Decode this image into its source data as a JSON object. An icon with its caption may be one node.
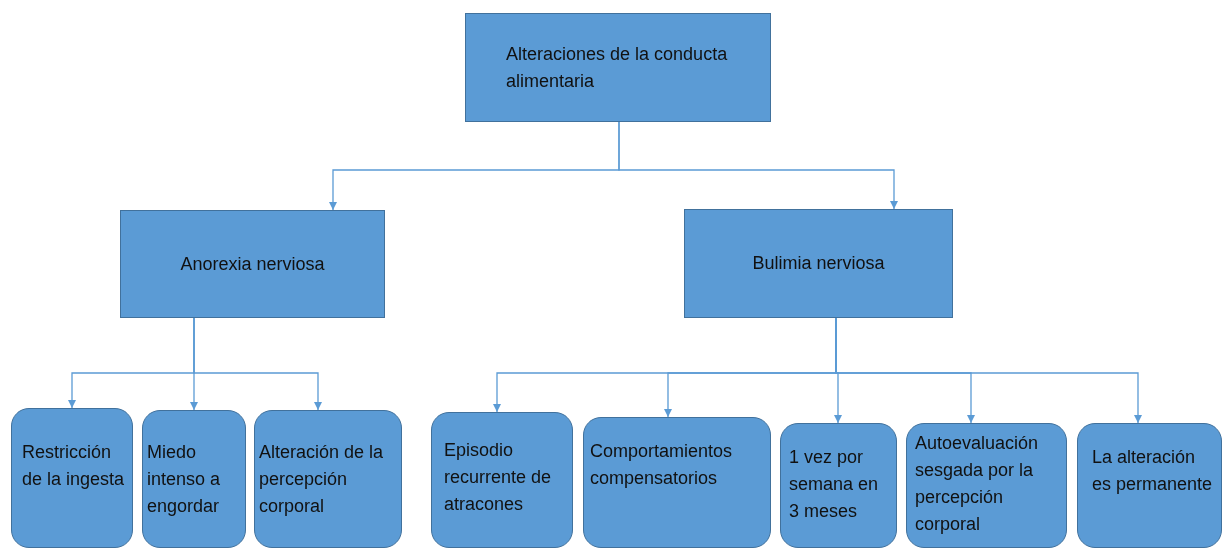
{
  "diagram": {
    "nodes": [
      {
        "text": [
          "Alteraciones de la conducta alimentaria"
        ]
      },
      {
        "text": [
          "Anorexia nerviosa"
        ]
      },
      {
        "text": [
          "Bulimia nerviosa"
        ]
      },
      {
        "text": [
          "Restricción de la ingesta"
        ]
      },
      {
        "text": [
          "Miedo intenso a engordar"
        ]
      },
      {
        "text": [
          "Alteración de la percepción corporal"
        ]
      },
      {
        "text": [
          "Episodio recurrente de atracones"
        ]
      },
      {
        "text": [
          "Comportamientos compensatorios"
        ]
      },
      {
        "text": [
          "1 vez por semana en 3 meses"
        ]
      },
      {
        "text": [
          "Autoevaluación sesgada por la percepción corporal"
        ]
      },
      {
        "text": [
          "La alteración es permanente"
        ]
      }
    ],
    "edges": [
      {
        "from": 0,
        "to": 1,
        "arrow": "to"
      },
      {
        "from": 0,
        "to": 2,
        "arrow": "to"
      },
      {
        "from": 1,
        "to": 3,
        "arrow": "to"
      },
      {
        "from": 1,
        "to": 4,
        "arrow": "to"
      },
      {
        "from": 1,
        "to": 5,
        "arrow": "to"
      },
      {
        "from": 2,
        "to": 6,
        "arrow": "to"
      },
      {
        "from": 2,
        "to": 7,
        "arrow": "to"
      },
      {
        "from": 2,
        "to": 8,
        "arrow": "to"
      },
      {
        "from": 2,
        "to": 9,
        "arrow": "to"
      },
      {
        "from": 2,
        "to": 10,
        "arrow": "to"
      }
    ]
  }
}
